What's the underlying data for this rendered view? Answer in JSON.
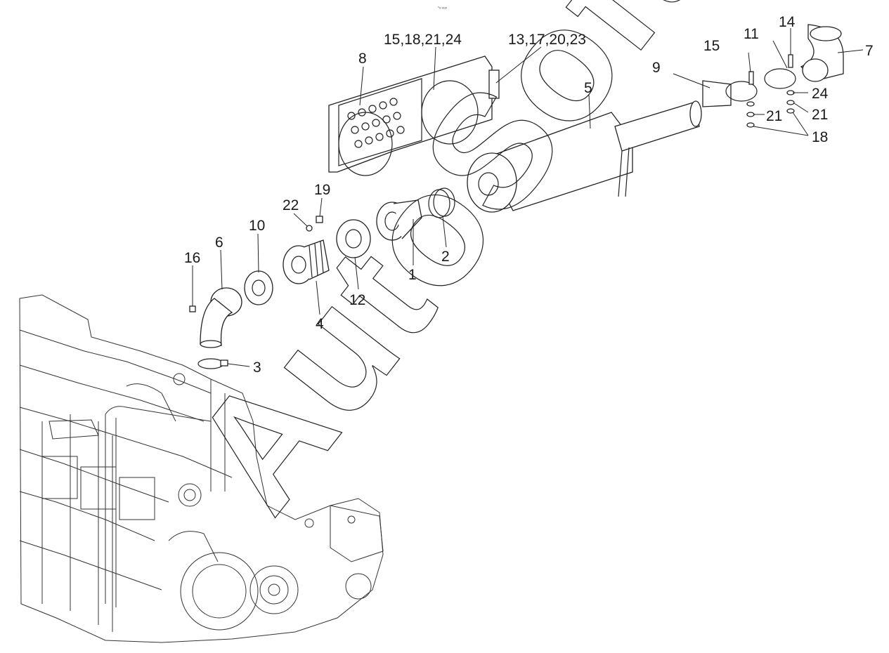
{
  "figure": {
    "header_mark": "▫ₒ ₒₒₒ",
    "watermark": "AutoSoft"
  },
  "callouts": [
    {
      "id": "c8",
      "text": "8"
    },
    {
      "id": "c15_18_21_24",
      "text": "15,18,21,24"
    },
    {
      "id": "c13_17_20_23",
      "text": "13,17,20,23"
    },
    {
      "id": "c5",
      "text": "5"
    },
    {
      "id": "c9",
      "text": "9"
    },
    {
      "id": "c15",
      "text": "15"
    },
    {
      "id": "c11",
      "text": "11"
    },
    {
      "id": "c14",
      "text": "14"
    },
    {
      "id": "c7",
      "text": "7"
    },
    {
      "id": "c24",
      "text": "24"
    },
    {
      "id": "c21a",
      "text": "21"
    },
    {
      "id": "c21b",
      "text": "21"
    },
    {
      "id": "c18",
      "text": "18"
    },
    {
      "id": "c19",
      "text": "19"
    },
    {
      "id": "c22",
      "text": "22"
    },
    {
      "id": "c10",
      "text": "10"
    },
    {
      "id": "c6",
      "text": "6"
    },
    {
      "id": "c16",
      "text": "16"
    },
    {
      "id": "c1",
      "text": "1"
    },
    {
      "id": "c2",
      "text": "2"
    },
    {
      "id": "c12",
      "text": "12"
    },
    {
      "id": "c4",
      "text": "4"
    },
    {
      "id": "c3",
      "text": "3"
    }
  ]
}
